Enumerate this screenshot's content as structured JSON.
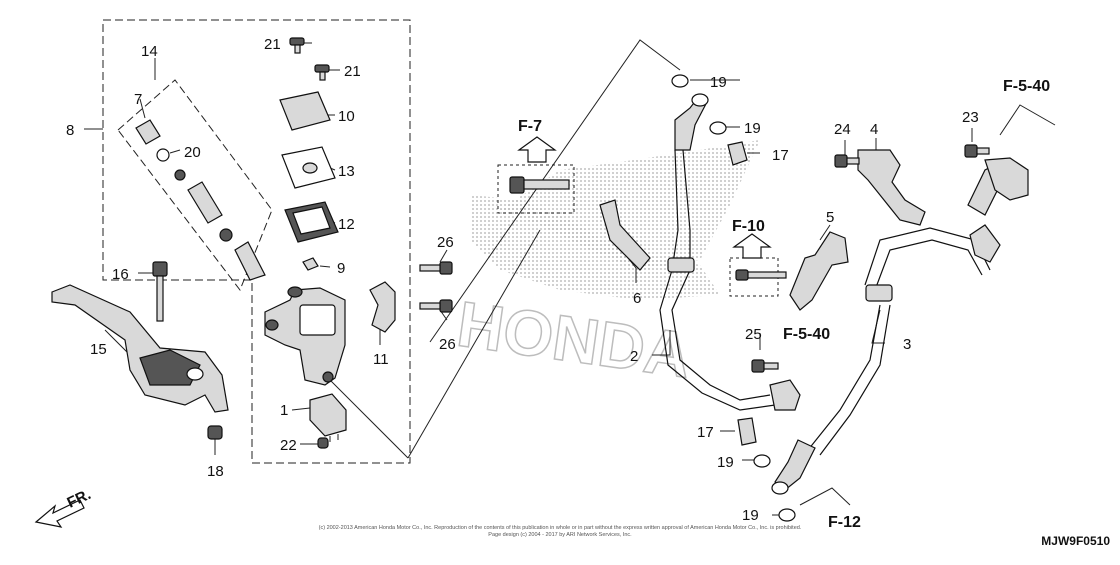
{
  "callouts": [
    "1",
    "2",
    "3",
    "4",
    "5",
    "6",
    "7",
    "8",
    "9",
    "10",
    "11",
    "12",
    "13",
    "14",
    "15",
    "16",
    "17",
    "17",
    "18",
    "19",
    "19",
    "19",
    "19",
    "20",
    "21",
    "21",
    "22",
    "23",
    "24",
    "25",
    "26",
    "26"
  ],
  "references": {
    "f7": "F-7",
    "f10": "F-10",
    "f540_top": "F-5-40",
    "f540_mid": "F-5-40",
    "f12": "F-12"
  },
  "front_label": "FR.",
  "diagram_code": "MJW9F0510",
  "copyright": {
    "line1": "(c) 2002-2013 American Honda Motor Co., Inc. Reproduction of the contents of this publication in whole or in part without the express written approval of American Honda Motor Co., Inc. is prohibited.",
    "line2": "Page design (c) 2004 - 2017 by ARI Network Services, Inc."
  },
  "watermark": "HONDA",
  "colors": {
    "line": "#111111",
    "part_fill": "#d9d9d9",
    "dark_fill": "#555555",
    "watermark": "#bdbdbd"
  }
}
